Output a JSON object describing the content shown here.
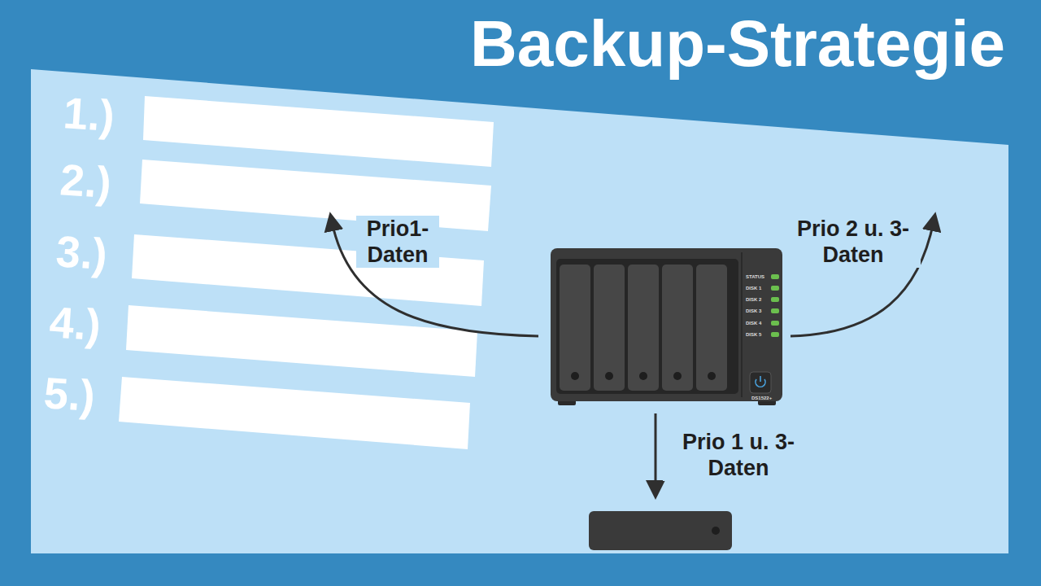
{
  "diagram": {
    "title": "Backup-Strategie",
    "labels": [
      "1.)",
      "2.)",
      "3.)",
      "4.)",
      "5.)",
      "Prio1- Daten",
      "Prio 2 u. 3- Daten",
      "Prio 1 u. 3- Daten",
      "STATUS",
      "DISK 1",
      "DISK 2",
      "DISK 3",
      "DISK 4",
      "DISK 5",
      "DS1522+"
    ]
  }
}
